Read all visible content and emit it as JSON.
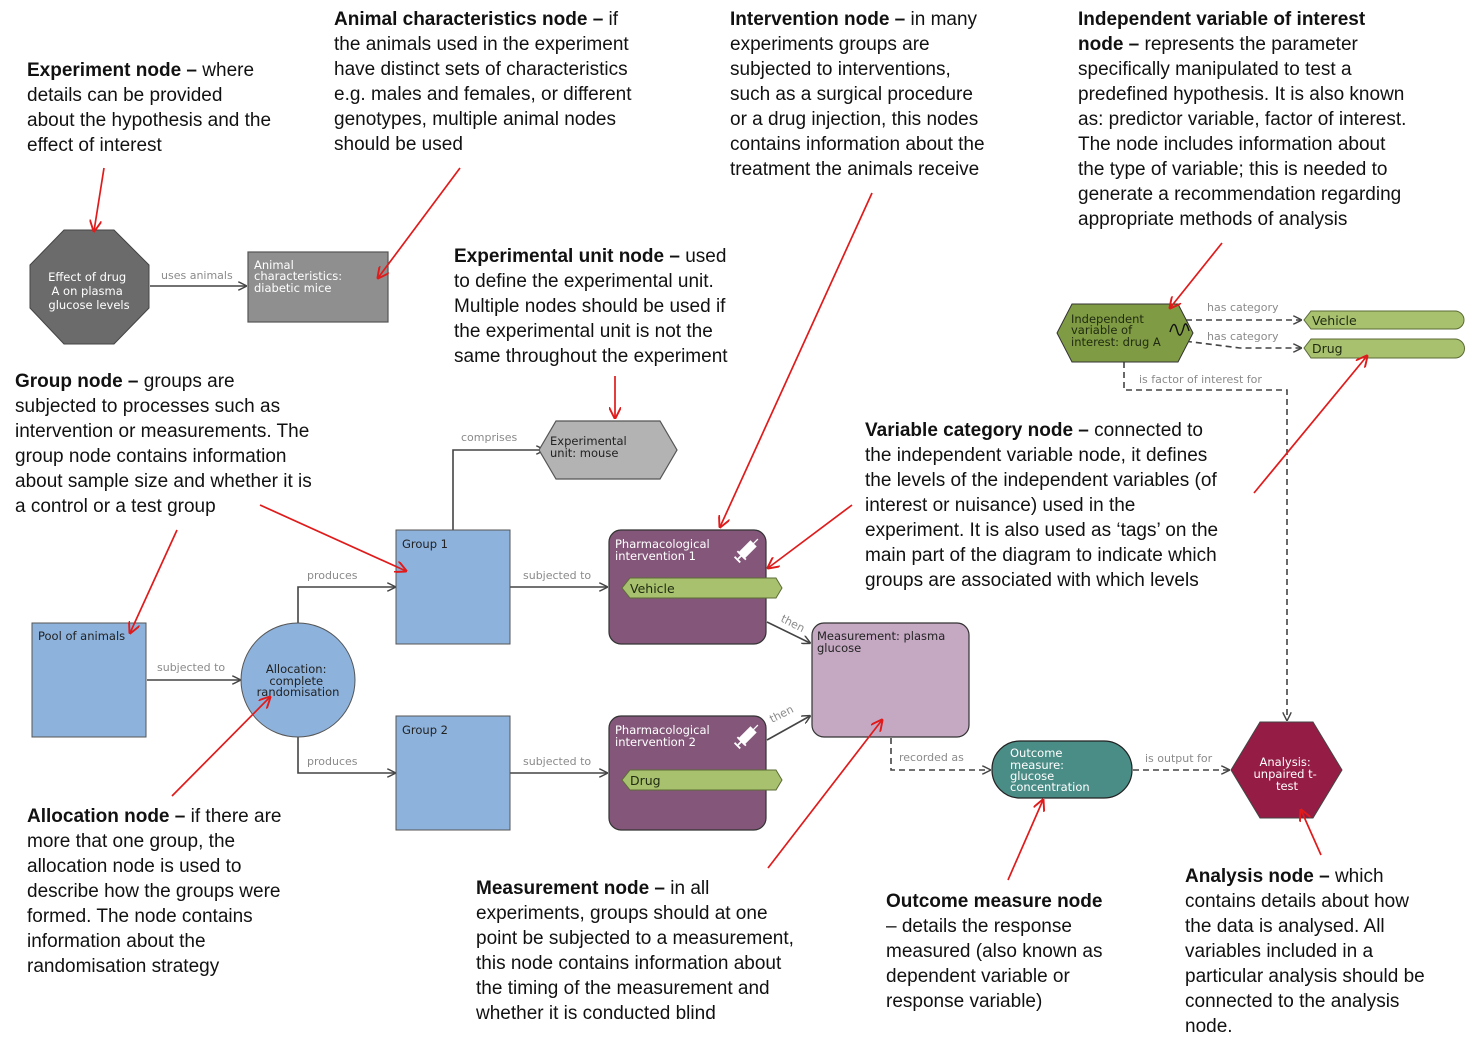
{
  "colors": {
    "group": "#8db2dc",
    "intervention": "#84577a",
    "measurement": "#c5a9c3",
    "outcome": "#4a8c86",
    "analysis": "#941c45",
    "independent_variable": "#7f9b43",
    "category": "#a8c16f",
    "experiment": "#6b6b6b",
    "animal": "#8f8f8f",
    "unit": "#b3b3b3",
    "arrow_red": "#e01b1b"
  },
  "nodes": {
    "experiment": "Effect of drug A on plasma glucose levels",
    "experiment_lines": [
      "Effect of drug",
      "A on plasma",
      "glucose levels"
    ],
    "animal_lines": [
      "Animal",
      "characteristics:",
      "diabetic mice"
    ],
    "unit_lines": [
      "Experimental",
      "unit: mouse"
    ],
    "pool": "Pool of animals",
    "allocation_lines": [
      "Allocation:",
      "complete",
      "randomisation"
    ],
    "group1": "Group 1",
    "group2": "Group 2",
    "intervention1_lines": [
      "Pharmacological",
      "intervention 1"
    ],
    "intervention2_lines": [
      "Pharmacological",
      "intervention 2"
    ],
    "measurement_lines": [
      "Measurement: plasma",
      "glucose"
    ],
    "outcome_lines": [
      "Outcome",
      "measure:",
      "glucose",
      "concentration"
    ],
    "analysis_lines": [
      "Analysis:",
      "unpaired t-",
      "test"
    ],
    "independent_var_lines": [
      "Independent",
      "variable of",
      "interest: drug A"
    ],
    "category_vehicle": "Vehicle",
    "category_drug": "Drug",
    "tag_vehicle": "Vehicle",
    "tag_drug": "Drug"
  },
  "edges": {
    "uses_animals": "uses animals",
    "comprises": "comprises",
    "produces_1": "produces",
    "produces_2": "produces",
    "subjected_to_pool": "subjected to",
    "subjected_to_1": "subjected to",
    "subjected_to_2": "subjected to",
    "then_1": "then",
    "then_2": "then",
    "recorded_as": "recorded as",
    "is_output_for": "is output for",
    "has_category_1": "has category",
    "has_category_2": "has category",
    "is_factor_of_interest_for": "is factor of interest for"
  },
  "annotations": {
    "experiment": {
      "title": "Experiment node –",
      "text": " where\ndetails can be provided\nabout the hypothesis and the\neffect of interest"
    },
    "animal": {
      "title": "Animal characteristics node –",
      "text": " if\nthe animals used in the experiment\nhave distinct sets of characteristics\ne.g. males and females, or different\ngenotypes, multiple animal nodes\nshould be used"
    },
    "intervention": {
      "title": "Intervention node –",
      "text": " in many\nexperiments groups are\nsubjected to interventions,\nsuch as a surgical procedure\nor a drug injection, this nodes\ncontains information about the\ntreatment the animals receive"
    },
    "independent": {
      "title": "Independent variable of interest\nnode –",
      "text": " represents the parameter\nspecifically manipulated to test a\npredefined hypothesis. It is also known\nas: predictor variable, factor of interest.\nThe node includes information about\nthe type of variable; this is needed to\ngenerate a recommendation regarding\nappropriate methods of analysis"
    },
    "unit": {
      "title": "Experimental unit node –",
      "text": "  used\nto define the experimental unit.\nMultiple nodes should be used if\nthe experimental unit is not the\nsame throughout the experiment"
    },
    "group": {
      "title": "Group node –",
      "text": " groups are\nsubjected to processes such as\nintervention or measurements. The\ngroup node contains information\nabout sample size and whether it is\na control or a test group"
    },
    "category": {
      "title": "Variable category node –",
      "text": " connected to\nthe independent variable node, it defines\nthe levels of the independent variables (of\ninterest or nuisance) used in the\nexperiment. It is also used as ‘tags’ on the\nmain part of the diagram to indicate which\ngroups are associated with which levels"
    },
    "allocation": {
      "title": "Allocation node –",
      "text": " if there are\nmore that one group, the\nallocation node is used to\ndescribe how the groups were\nformed. The node contains\ninformation about the\nrandomisation strategy"
    },
    "measurement": {
      "title": "Measurement node –",
      "text": " in all\nexperiments, groups should at one\npoint be subjected to a measurement,\nthis node contains information about\nthe timing of the measurement and\nwhether it is conducted blind"
    },
    "outcome": {
      "title": "Outcome measure node",
      "text": "\n– details the response\nmeasured (also known as\ndependent variable or\nresponse variable)"
    },
    "analysis": {
      "title": "Analysis node –",
      "text": " which\ncontains details about how\nthe data is analysed. All\nvariables included in a\nparticular analysis should be\nconnected to the analysis\nnode."
    }
  }
}
